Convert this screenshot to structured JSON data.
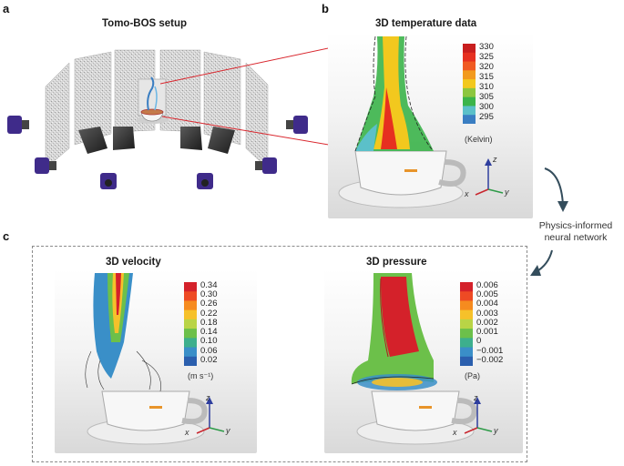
{
  "panels": {
    "a": {
      "letter": "a",
      "title": "Tomo-BOS setup"
    },
    "b": {
      "letter": "b",
      "title": "3D temperature data",
      "colorbar": {
        "labels": [
          "330",
          "325",
          "320",
          "315",
          "310",
          "305",
          "300",
          "295"
        ],
        "colors": [
          "#c81e1e",
          "#e63020",
          "#f05a22",
          "#f29a1e",
          "#f2c81e",
          "#8cc63f",
          "#3bb44a",
          "#5bc0c9",
          "#3a7ec2"
        ],
        "unit": "(Kelvin)"
      }
    },
    "c": {
      "letter": "c",
      "velocity": {
        "title": "3D velocity",
        "colorbar": {
          "labels": [
            "0.34",
            "0.30",
            "0.26",
            "0.22",
            "0.18",
            "0.14",
            "0.10",
            "0.06",
            "0.02"
          ],
          "colors": [
            "#d4212a",
            "#ee4a24",
            "#f68b1f",
            "#f6c12a",
            "#b9d446",
            "#6cc04a",
            "#3daf8d",
            "#3a8fc8",
            "#2b5fae"
          ],
          "unit": "(m s⁻¹)"
        }
      },
      "pressure": {
        "title": "3D pressure",
        "colorbar": {
          "labels": [
            "0.006",
            "0.005",
            "0.004",
            "0.003",
            "0.002",
            "0.001",
            "0",
            "−0.001",
            "−0.002"
          ],
          "colors": [
            "#d4212a",
            "#ee4a24",
            "#f68b1f",
            "#f6c12a",
            "#b9d446",
            "#6cc04a",
            "#3daf8d",
            "#3a8fc8",
            "#2b5fae"
          ],
          "unit": "(Pa)"
        }
      }
    }
  },
  "pinn": {
    "line1": "Physics-informed",
    "line2": "neural network"
  },
  "axes": {
    "x": "x",
    "y": "y",
    "z": "z"
  },
  "icons": [
    "camera-icon",
    "background-panel",
    "coffee-cup",
    "arrow-icon"
  ]
}
